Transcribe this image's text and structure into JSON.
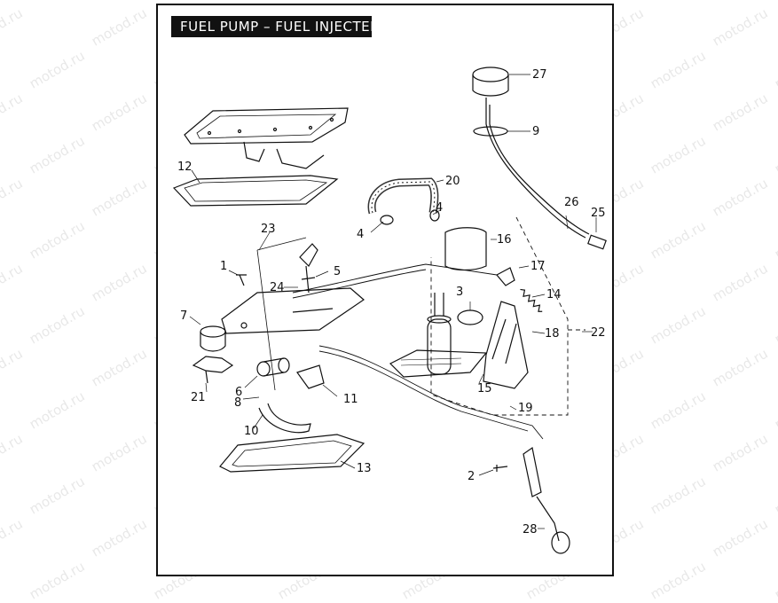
{
  "title": "FUEL PUMP – FUEL INJECTED",
  "watermark_text": "motod.ru",
  "callouts": [
    "1",
    "2",
    "3",
    "4",
    "4",
    "5",
    "6",
    "7",
    "8",
    "9",
    "10",
    "11",
    "12",
    "13",
    "14",
    "15",
    "16",
    "17",
    "18",
    "19",
    "20",
    "21",
    "22",
    "23",
    "24",
    "25",
    "26",
    "27",
    "28"
  ],
  "colors": {
    "ink": "#111111",
    "background": "#ffffff",
    "watermark": "#c8c8c8"
  }
}
